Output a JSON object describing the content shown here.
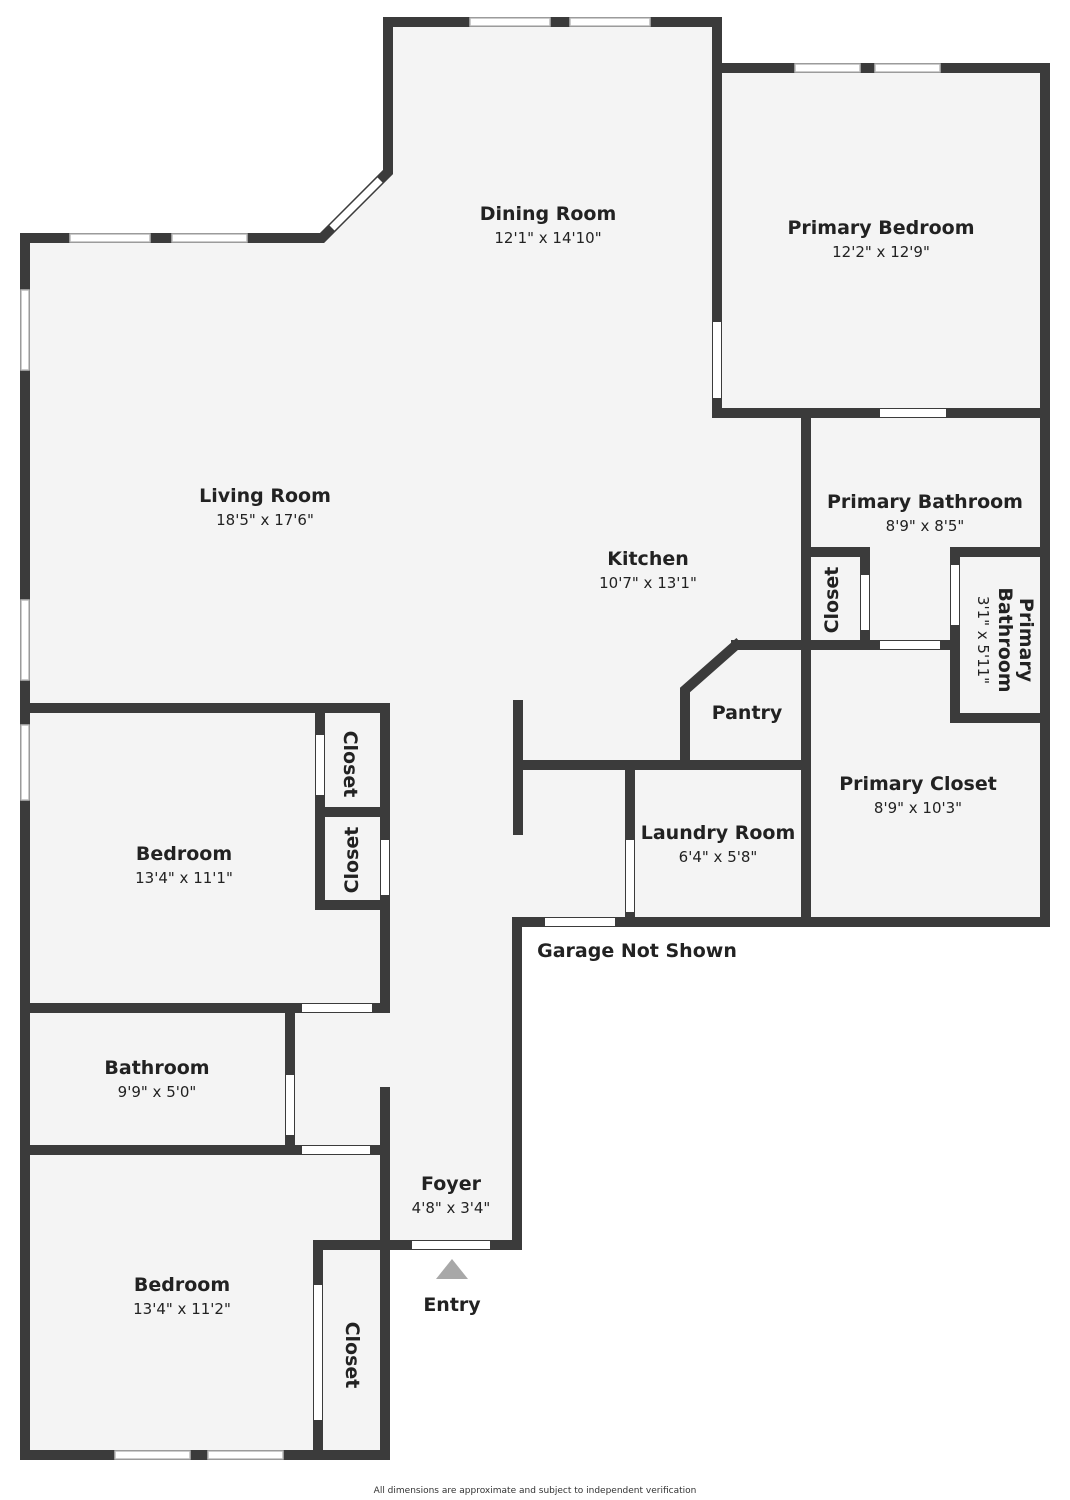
{
  "rooms": {
    "dining": {
      "name": "Dining Room",
      "dims": "12'1\" x 14'10\""
    },
    "primary_bedroom": {
      "name": "Primary Bedroom",
      "dims": "12'2\" x 12'9\""
    },
    "living": {
      "name": "Living Room",
      "dims": "18'5\" x 17'6\""
    },
    "kitchen": {
      "name": "Kitchen",
      "dims": "10'7\" x 13'1\""
    },
    "primary_bathroom": {
      "name": "Primary Bathroom",
      "dims": "8'9\" x 8'5\""
    },
    "primary_bathroom_small": {
      "name_line1": "Primary",
      "name_line2": "Bathroom",
      "dims": "3'1\" x 5'11\""
    },
    "pantry": {
      "name": "Pantry"
    },
    "primary_closet": {
      "name": "Primary Closet",
      "dims": "8'9\" x 10'3\""
    },
    "laundry": {
      "name": "Laundry Room",
      "dims": "6'4\" x 5'8\""
    },
    "bedroom1": {
      "name": "Bedroom",
      "dims": "13'4\" x 11'1\""
    },
    "bathroom": {
      "name": "Bathroom",
      "dims": "9'9\" x 5'0\""
    },
    "foyer": {
      "name": "Foyer",
      "dims": "4'8\" x 3'4\""
    },
    "bedroom2": {
      "name": "Bedroom",
      "dims": "13'4\" x 11'2\""
    },
    "closet_label": "Closet"
  },
  "garage_note": "Garage Not Shown",
  "entry_label": "Entry",
  "footer": "All dimensions are approximate and subject to independent verification",
  "colors": {
    "wall": "#3b3b3b",
    "floor": "#f4f4f4",
    "entry_marker": "#a8a8a8"
  }
}
